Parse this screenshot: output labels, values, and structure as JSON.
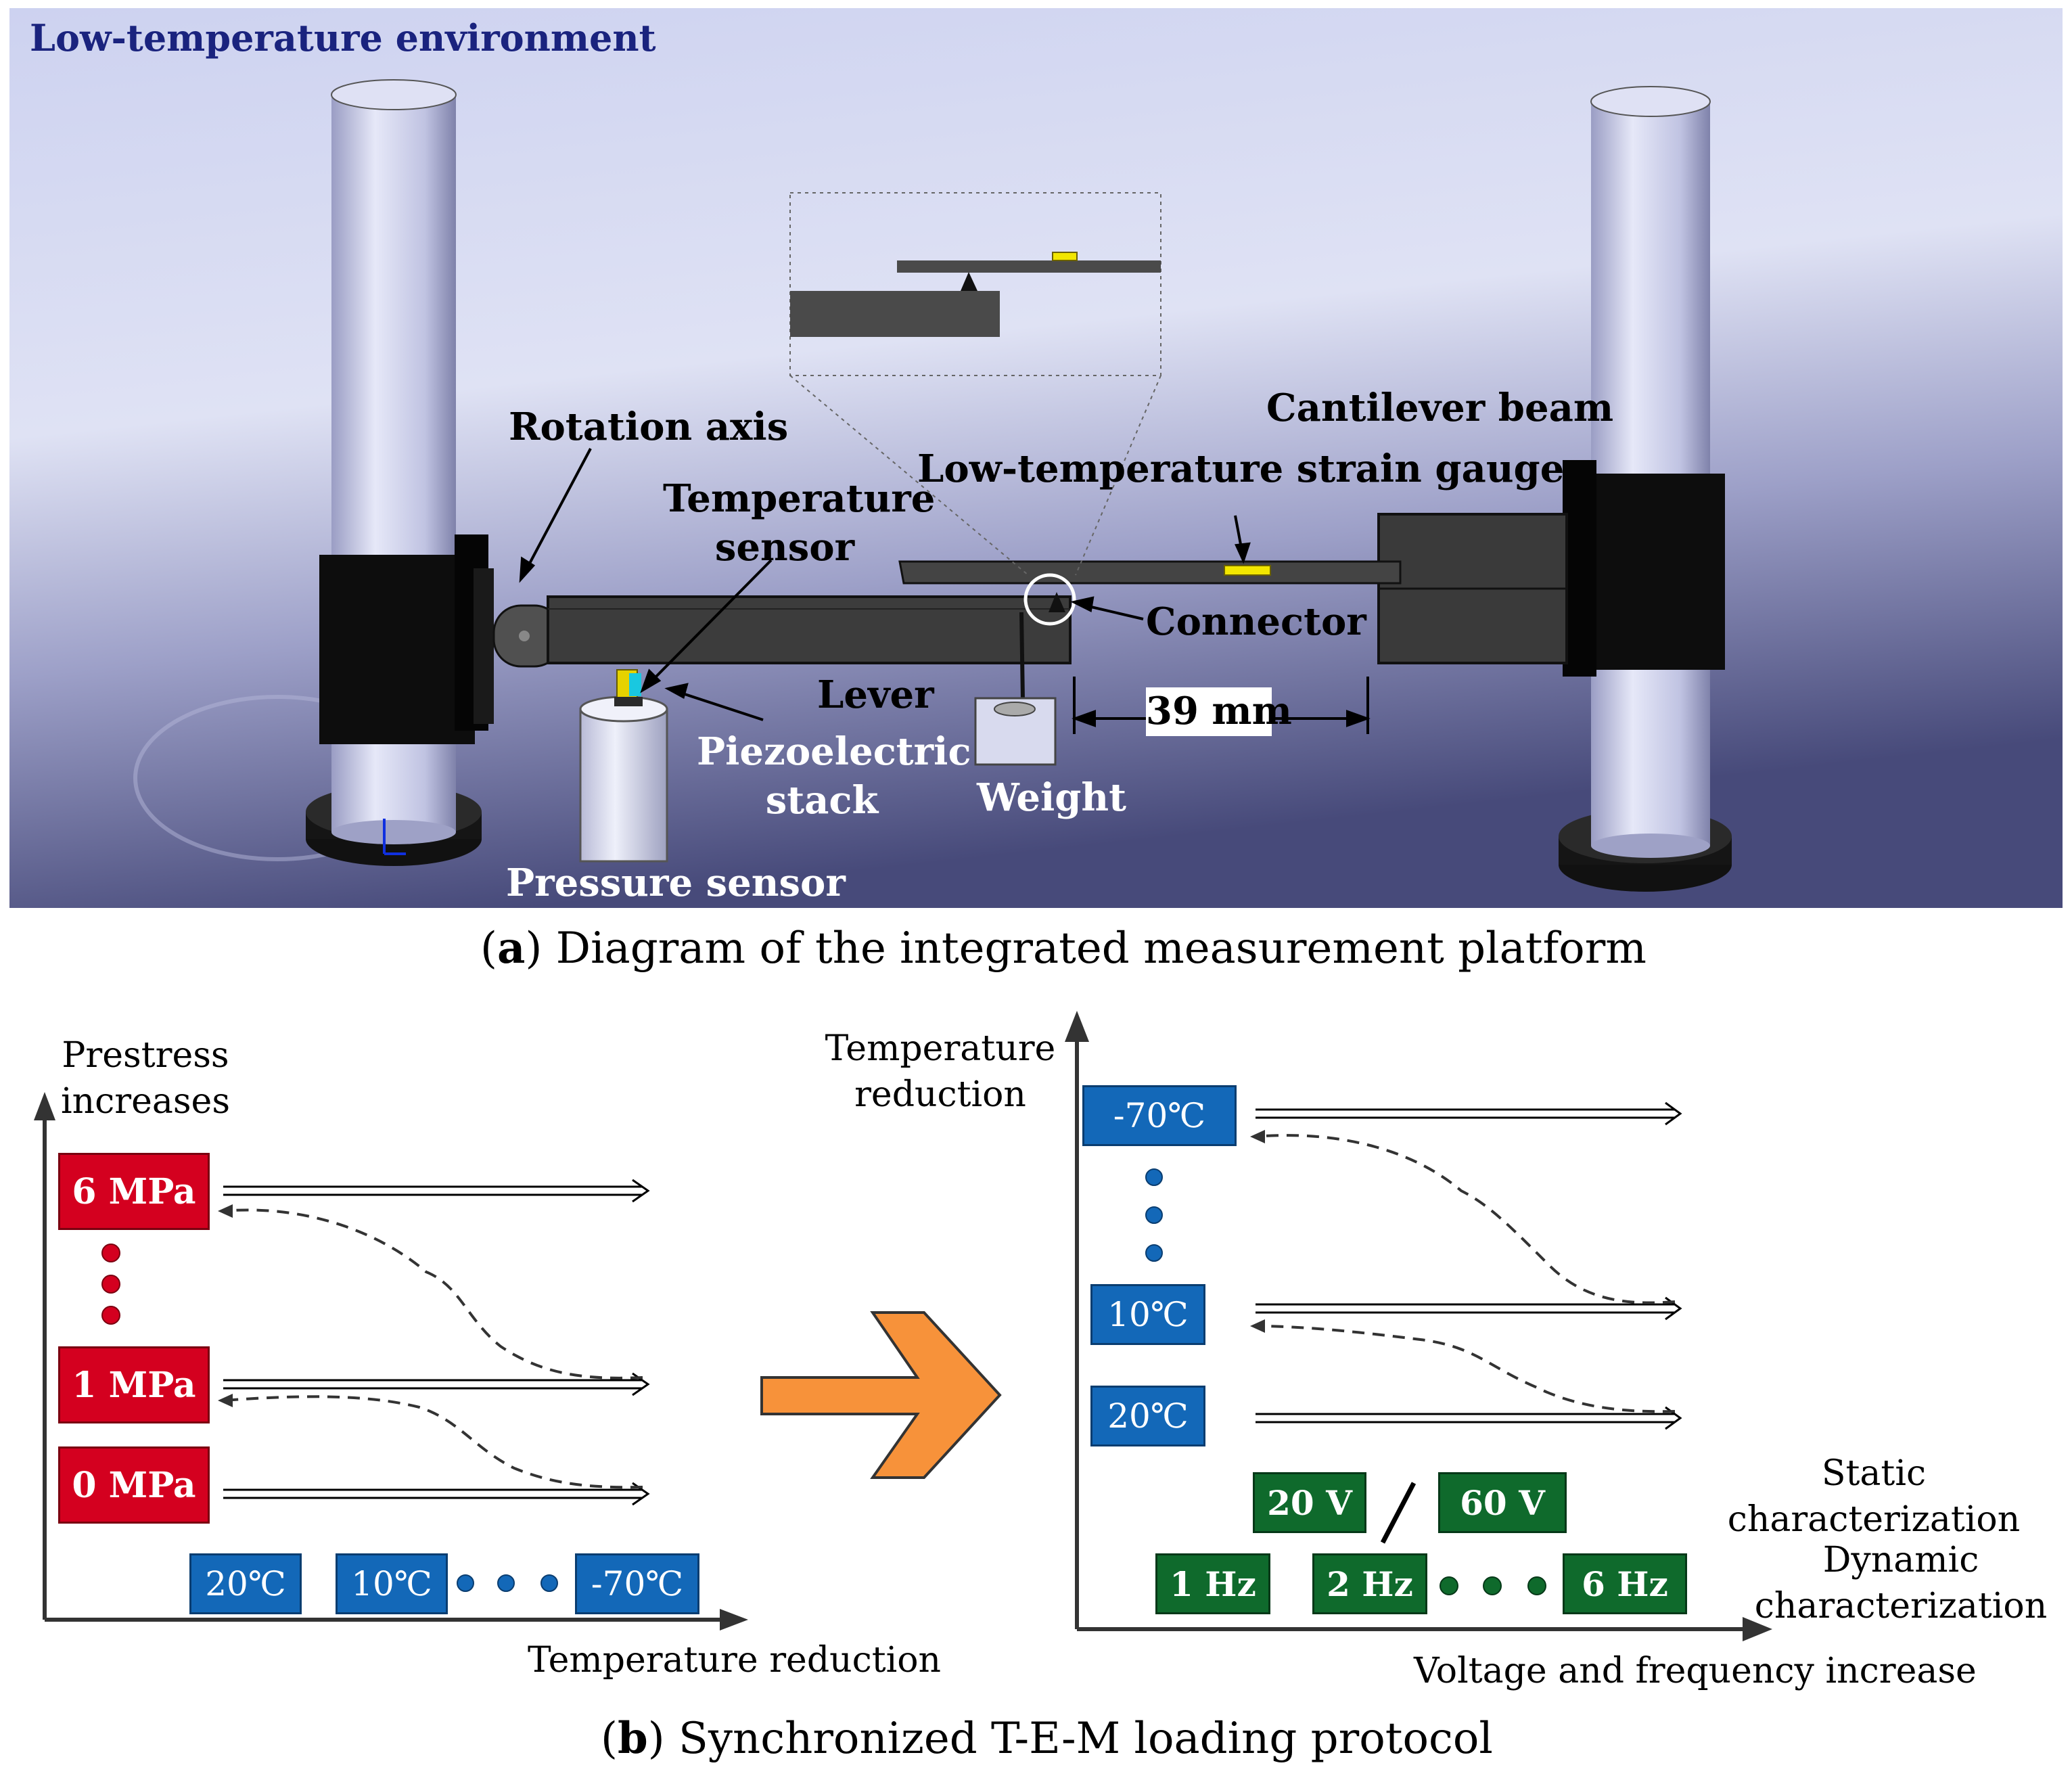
{
  "panel_a": {
    "environment_label": "Low-temperature environment",
    "labels": {
      "rotation_axis": "Rotation axis",
      "temperature_sensor_1": "Temperature",
      "temperature_sensor_2": "sensor",
      "strain_gauge": "Low-temperature strain gauge",
      "cantilever_beam": "Cantilever beam",
      "connector": "Connector",
      "lever": "Lever",
      "piezo_1": "Piezoelectric",
      "piezo_2": "stack",
      "weight": "Weight",
      "distance": "39 mm",
      "pressure_sensor": "Pressure sensor"
    },
    "caption_letter": "a",
    "caption_text": "Diagram of the integrated measurement platform",
    "colors": {
      "background_top": "#c9cfee",
      "background_bottom": "#4b4e7e",
      "pillar": "#c6c9e8",
      "clamp": "#0a0a0a",
      "beam": "#3c3c3c",
      "gauge": "#f2e600"
    }
  },
  "panel_b": {
    "left": {
      "y_axis_label_1": "Prestress",
      "y_axis_label_2": "increases",
      "x_axis_label": "Temperature reduction",
      "pressures": [
        "6 MPa",
        "1 MPa",
        "0 MPa"
      ],
      "temperatures": [
        "20℃",
        "10℃",
        "-70℃"
      ]
    },
    "right": {
      "y_axis_label_1": "Temperature",
      "y_axis_label_2": "reduction",
      "x_axis_label": "Voltage and frequency increase",
      "temperatures": [
        "-70℃",
        "10℃",
        "20℃"
      ],
      "voltages": [
        "20 V",
        "60 V"
      ],
      "frequencies": [
        "1 Hz",
        "2 Hz",
        "6 Hz"
      ],
      "static_1": "Static",
      "static_2": "characterization",
      "dynamic_1": "Dynamic",
      "dynamic_2": "characterization"
    },
    "caption_letter": "b",
    "caption_text": "Synchronized T-E-M loading protocol",
    "colors": {
      "pressure_box": "#d4001f",
      "temperature_box": "#1368b8",
      "electric_box": "#0f6a2c",
      "arrow": "#f7923a"
    }
  }
}
